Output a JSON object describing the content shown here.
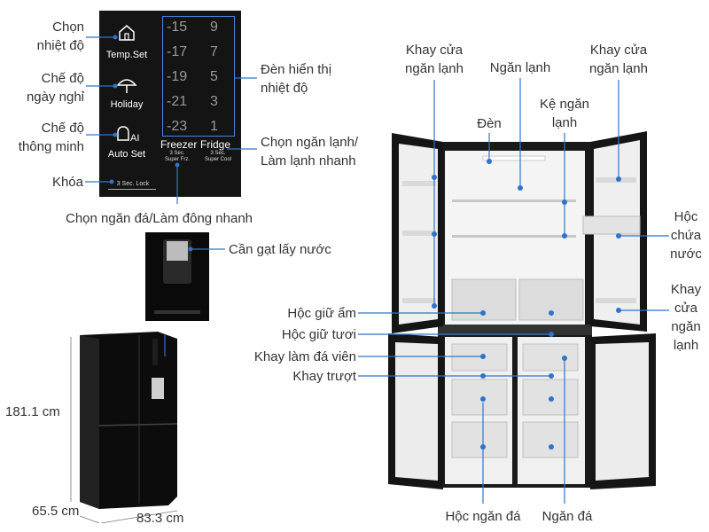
{
  "control_panel": {
    "buttons": [
      {
        "label": "Temp.Set",
        "icon": "house-icon"
      },
      {
        "label": "Holiday",
        "icon": "umbrella-icon"
      },
      {
        "label": "Auto Set",
        "icon": "ai-bell-icon"
      }
    ],
    "lock_label": "3 Sec. Lock",
    "freezer_numbers": [
      "-15",
      "-17",
      "-19",
      "-21",
      "-23"
    ],
    "fridge_numbers": [
      "9",
      "7",
      "5",
      "3",
      "1"
    ],
    "freezer_label": "Freezer",
    "freezer_sub1": "3 Sec.",
    "freezer_sub2": "Super Frz.",
    "fridge_label": "Fridge",
    "fridge_sub1": "3 Sec.",
    "fridge_sub2": "Super Cool"
  },
  "labels": {
    "chon_nhiet_do_1": "Chọn",
    "chon_nhiet_do_2": "nhiệt độ",
    "che_do_nghi_1": "Chế độ",
    "che_do_nghi_2": "ngày nghỉ",
    "che_do_tm_1": "Chế độ",
    "che_do_tm_2": "thông minh",
    "khoa": "Khóa",
    "den_hien_thi_1": "Đèn hiển thị",
    "den_hien_thi_2": "nhiệt độ",
    "chon_ngan_lanh_1": "Chọn ngăn lạnh/",
    "chon_ngan_lanh_2": "Làm lạnh nhanh",
    "chon_ngan_da": "Chọn ngăn đá/Làm đông nhanh",
    "can_gat": "Cần gạt lấy nước",
    "khay_cua_trai_1": "Khay cửa",
    "khay_cua_trai_2": "ngăn lạnh",
    "ngan_lanh": "Ngăn lạnh",
    "khay_cua_phai_1": "Khay cửa",
    "khay_cua_phai_2": "ngăn lạnh",
    "den": "Đèn",
    "ke_ngan_lanh_1": "Kệ ngăn",
    "ke_ngan_lanh_2": "lạnh",
    "hoc_chua_nuoc_1": "Hộc",
    "hoc_chua_nuoc_2": "chứa",
    "hoc_chua_nuoc_3": "nước",
    "khay_cua_2_1": "Khay",
    "khay_cua_2_2": "cửa",
    "khay_cua_2_3": "ngăn",
    "khay_cua_2_4": "lạnh",
    "hoc_giu_am": "Hộc giữ ẩm",
    "hoc_giu_tuoi": "Hộc giữ tươi",
    "khay_lam_da": "Khay làm đá viên",
    "khay_truot": "Khay trượt",
    "hoc_ngan_da": "Hộc ngăn đá",
    "ngan_da": "Ngăn đá"
  },
  "dimensions": {
    "height": "181.1 cm",
    "depth": "65.5 cm",
    "width": "83.3 cm"
  },
  "colors": {
    "accent_line": "#2f74c9",
    "panel_bg": "#141414",
    "fridge_body": "#1c1c1c"
  }
}
